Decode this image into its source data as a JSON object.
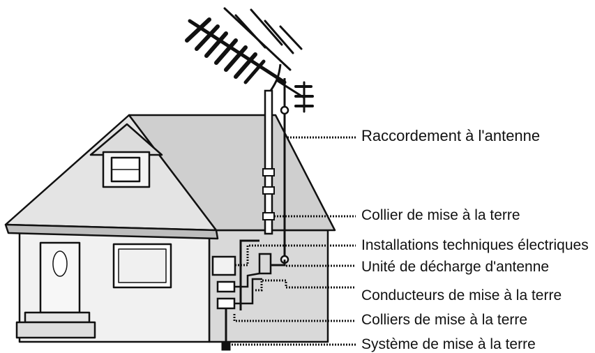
{
  "labels": {
    "antenna_connection": "Raccordement à l'antenne",
    "ground_clamp": "Collier de mise à la terre",
    "electrical_installations": "Installations techniques électriques",
    "antenna_discharge_unit": "Unité de décharge d'antenne",
    "grounding_conductors": "Conducteurs de mise à la terre",
    "ground_clamps": "Colliers de mise à la terre",
    "grounding_system": "Système de mise à la terre"
  },
  "colors": {
    "line": "#111111",
    "roof": "#e3e3e3",
    "wall": "#f2f2f2",
    "shadow": "#bdbdbd"
  }
}
